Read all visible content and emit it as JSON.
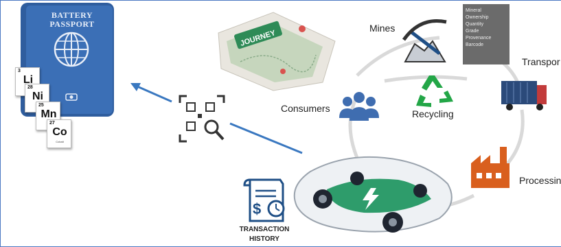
{
  "passport": {
    "title_line1": "BATTERY",
    "title_line2": "PASSPORT"
  },
  "elements": [
    {
      "number": "3",
      "symbol": "Li"
    },
    {
      "number": "28",
      "symbol": "Ni"
    },
    {
      "number": "25",
      "symbol": "Mn"
    },
    {
      "number": "27",
      "symbol": "Co",
      "name": "Cobalt"
    }
  ],
  "journey_label": "JOURNEY",
  "nodes": {
    "mines": "Mines",
    "transport": "Transpor",
    "consumers": "Consumers",
    "recycling": "Recycling",
    "processing": "Processin"
  },
  "info_box": [
    "Mineral",
    "Ownership",
    "Quantity",
    "Grade",
    "Provenance",
    "Barcode"
  ],
  "transaction": {
    "line1": "TRANSACTION",
    "line2": "HISTORY"
  },
  "colors": {
    "frame": "#4a78c2",
    "passport_blue": "#3b6fb6",
    "cycle_gray": "#d9d9d9",
    "arrow_blue": "#3a78c0",
    "recycle_green": "#23a647",
    "factory_orange": "#d95f1e",
    "battery_green": "#2e9c6b",
    "info_gray": "#6b6b6b"
  }
}
